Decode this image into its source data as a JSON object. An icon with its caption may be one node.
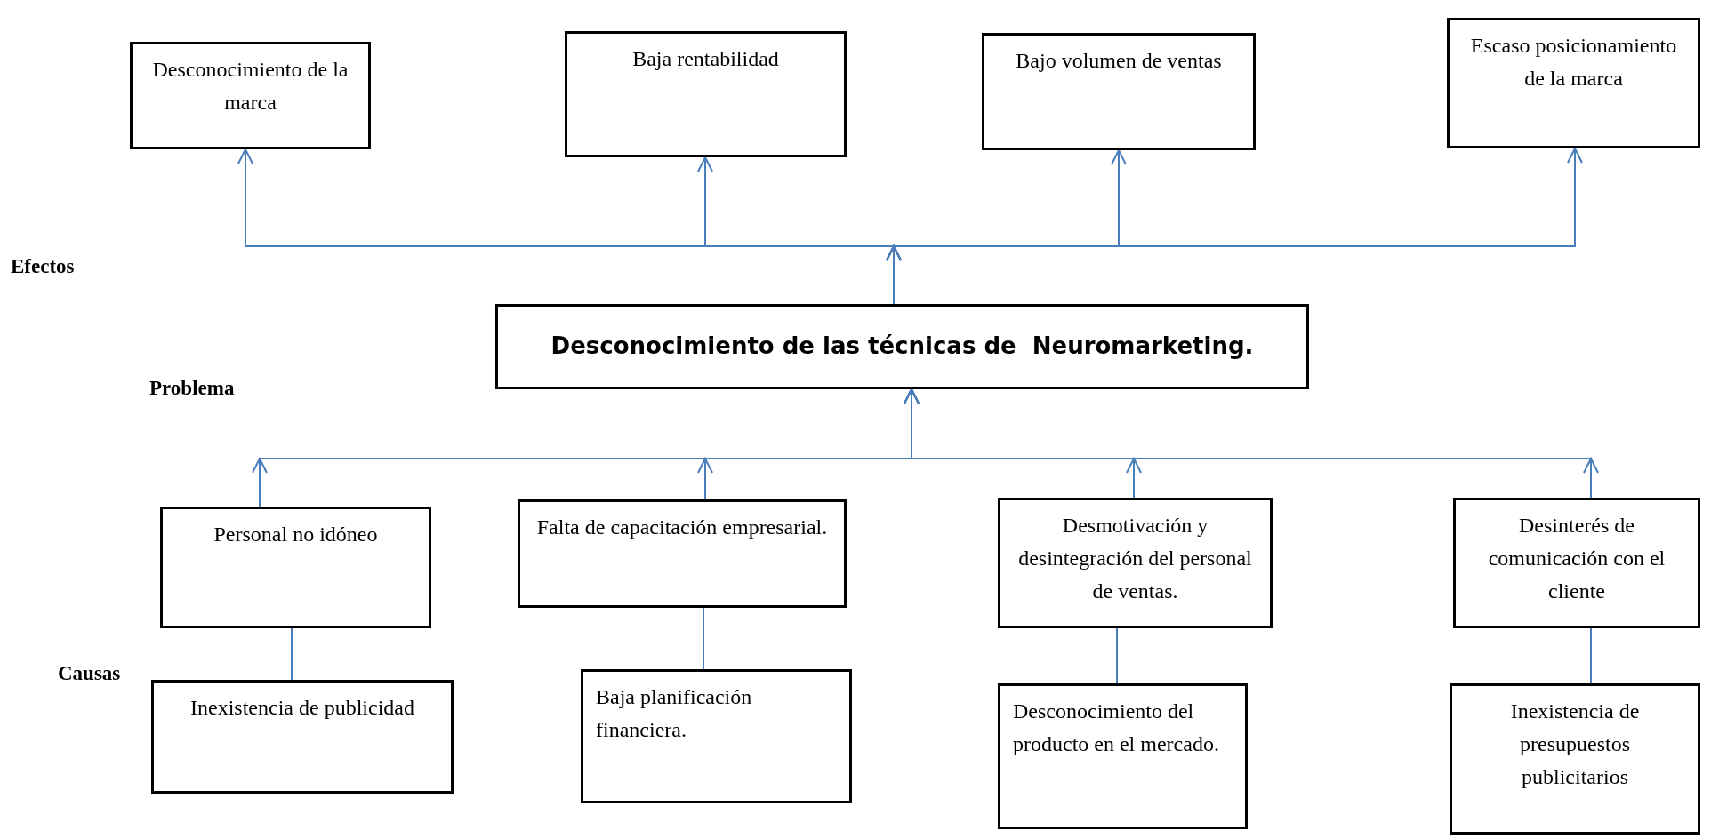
{
  "diagram": {
    "nodes": [
      {
        "text": [
          "Desconocimiento de la marca"
        ]
      },
      {
        "text": [
          "Baja rentabilidad"
        ]
      },
      {
        "text": [
          "Bajo volumen de ventas"
        ]
      },
      {
        "text": [
          "Escaso posicionamiento de la marca"
        ]
      },
      {
        "text": [
          "Desconocimiento de las técnicas de  Neuromarketing."
        ]
      },
      {
        "text": [
          "Personal no idóneo"
        ]
      },
      {
        "text": [
          "Falta de capacitación empresarial."
        ]
      },
      {
        "text": [
          "Desmotivación y desintegración del personal de ventas."
        ]
      },
      {
        "text": [
          "Desinterés de comunicación con el cliente"
        ]
      },
      {
        "text": [
          "Inexistencia de publicidad"
        ]
      },
      {
        "text": [
          "Baja planificación financiera."
        ]
      },
      {
        "text": [
          "Desconocimiento del producto en el mercado."
        ]
      },
      {
        "text": [
          "Inexistencia de presupuestos publicitarios"
        ]
      }
    ],
    "edges": [
      {
        "from": 4,
        "to": 0,
        "arrow": "to"
      },
      {
        "from": 4,
        "to": 1,
        "arrow": "to"
      },
      {
        "from": 4,
        "to": 2,
        "arrow": "to"
      },
      {
        "from": 4,
        "to": 3,
        "arrow": "to"
      },
      {
        "from": 5,
        "to": 4,
        "arrow": "to"
      },
      {
        "from": 6,
        "to": 4,
        "arrow": "to"
      },
      {
        "from": 7,
        "to": 4,
        "arrow": "to"
      },
      {
        "from": 8,
        "to": 4,
        "arrow": "to"
      },
      {
        "from": 9,
        "to": 5,
        "arrow": "none"
      },
      {
        "from": 10,
        "to": 6,
        "arrow": "none"
      },
      {
        "from": 11,
        "to": 7,
        "arrow": "none"
      },
      {
        "from": 12,
        "to": 8,
        "arrow": "none"
      }
    ],
    "labels": [
      "Efectos",
      "Problema",
      "Causas"
    ]
  }
}
